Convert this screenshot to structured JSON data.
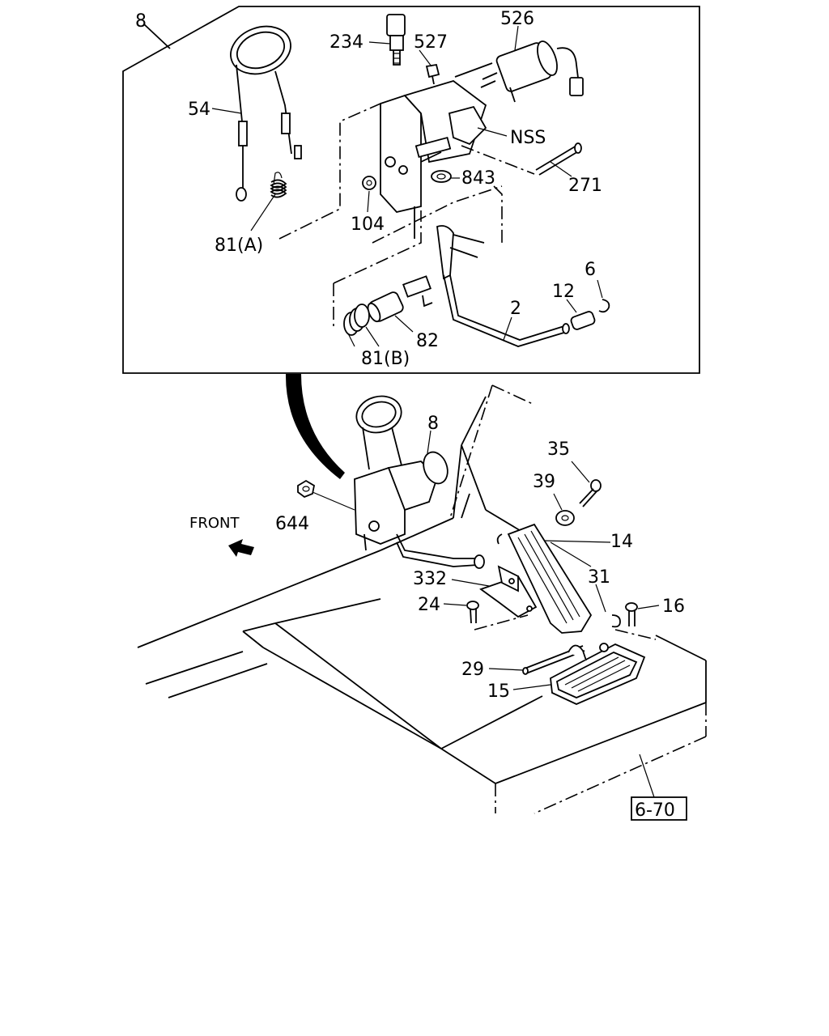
{
  "labels": {
    "l8_top": "8",
    "l234": "234",
    "l527": "527",
    "l526": "526",
    "l54": "54",
    "lNSS": "NSS",
    "l843": "843",
    "l271": "271",
    "l104": "104",
    "l81a": "81(A)",
    "l6": "6",
    "l12": "12",
    "l2": "2",
    "l82": "82",
    "l81b": "81(B)",
    "l8_bot": "8",
    "l35": "35",
    "l39": "39",
    "l644": "644",
    "lfront": "FRONT",
    "l14": "14",
    "l332": "332",
    "l31": "31",
    "l24": "24",
    "l16": "16",
    "l29": "29",
    "l15": "15",
    "lref": "6-70"
  }
}
